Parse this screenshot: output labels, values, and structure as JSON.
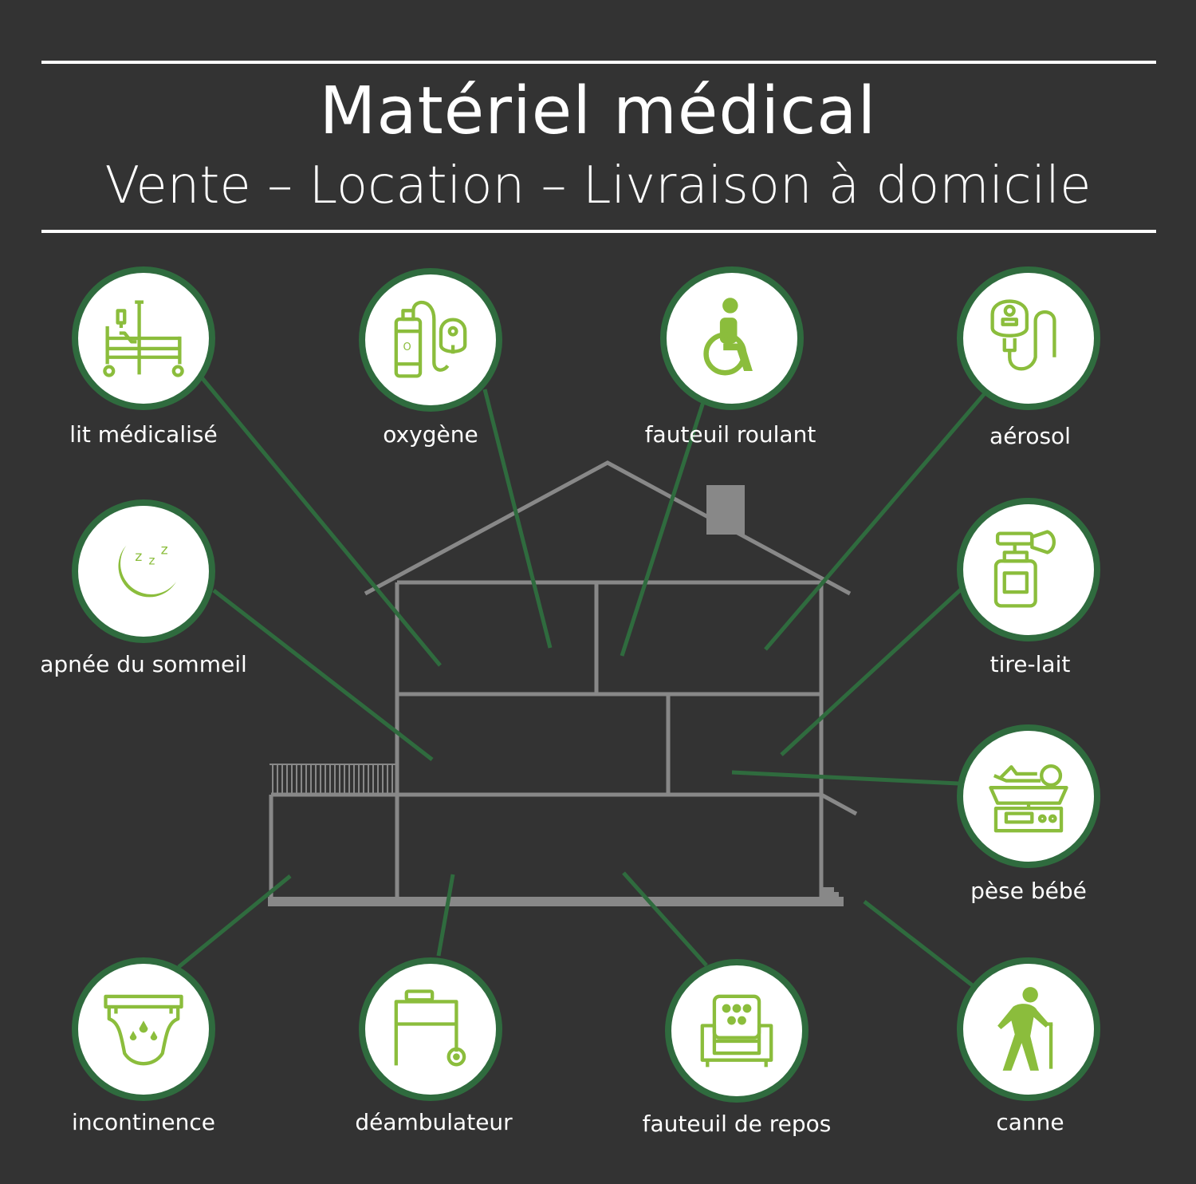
{
  "header": {
    "title": "Matériel médical",
    "subtitle": "Vente – Location – Livraison à domicile"
  },
  "items": {
    "lit": "lit médicalisé",
    "oxygene": "oxygène",
    "fauteuil_roulant": "fauteuil roulant",
    "aerosol": "aérosol",
    "apnee": "apnée du sommeil",
    "tire_lait": "tire-lait",
    "pese_bebe": "pèse bébé",
    "incontinence": "incontinence",
    "deambulateur": "déambulateur",
    "fauteuil_repos": "fauteuil de repos",
    "canne": "canne"
  },
  "colors": {
    "background": "#333333",
    "icon_green": "#8bbd3c",
    "ring_green": "#2f6b3e",
    "connector_green": "#2f6b3e",
    "house_gray": "#888888"
  }
}
